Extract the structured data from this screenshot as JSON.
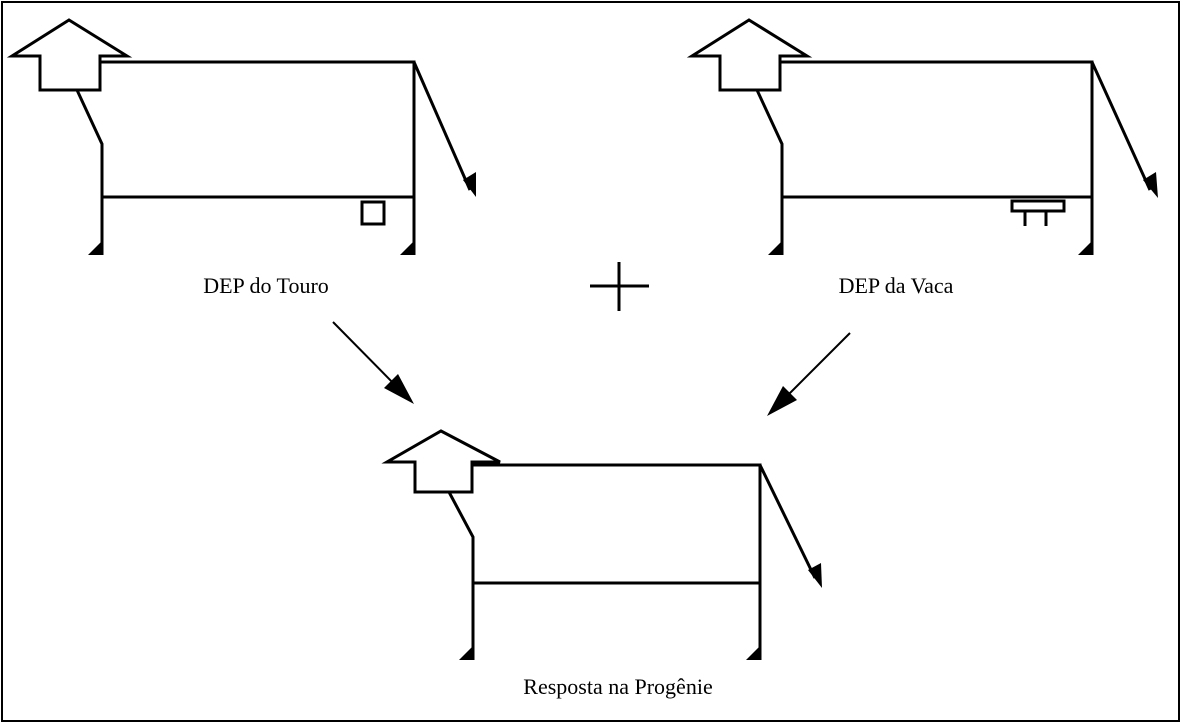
{
  "diagram": {
    "bull_label": "DEP do Touro",
    "cow_label": "DEP da Vaca",
    "progeny_label": "Resposta na Progênie",
    "plus_sign": "+",
    "line_color": "#000000",
    "background": "#ffffff"
  }
}
